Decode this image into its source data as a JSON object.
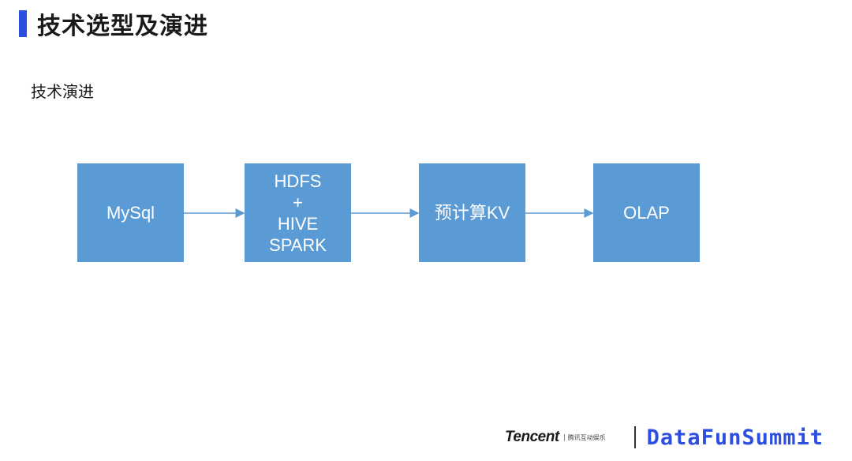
{
  "header": {
    "title": "技术选型及演进",
    "accent_color": "#2d4fe0"
  },
  "section": {
    "label": "技术演进"
  },
  "diagram": {
    "box_color": "#5b9bd5",
    "nodes": [
      {
        "lines": [
          "MySql"
        ]
      },
      {
        "lines": [
          "HDFS",
          "+",
          "HIVE",
          "SPARK"
        ]
      },
      {
        "lines": [
          "预计算KV"
        ]
      },
      {
        "lines": [
          "OLAP"
        ]
      }
    ]
  },
  "footer": {
    "tencent_logo": "Tencent",
    "tencent_cn": "腾讯互动娱乐",
    "summit_logo": "DataFunSummit"
  }
}
